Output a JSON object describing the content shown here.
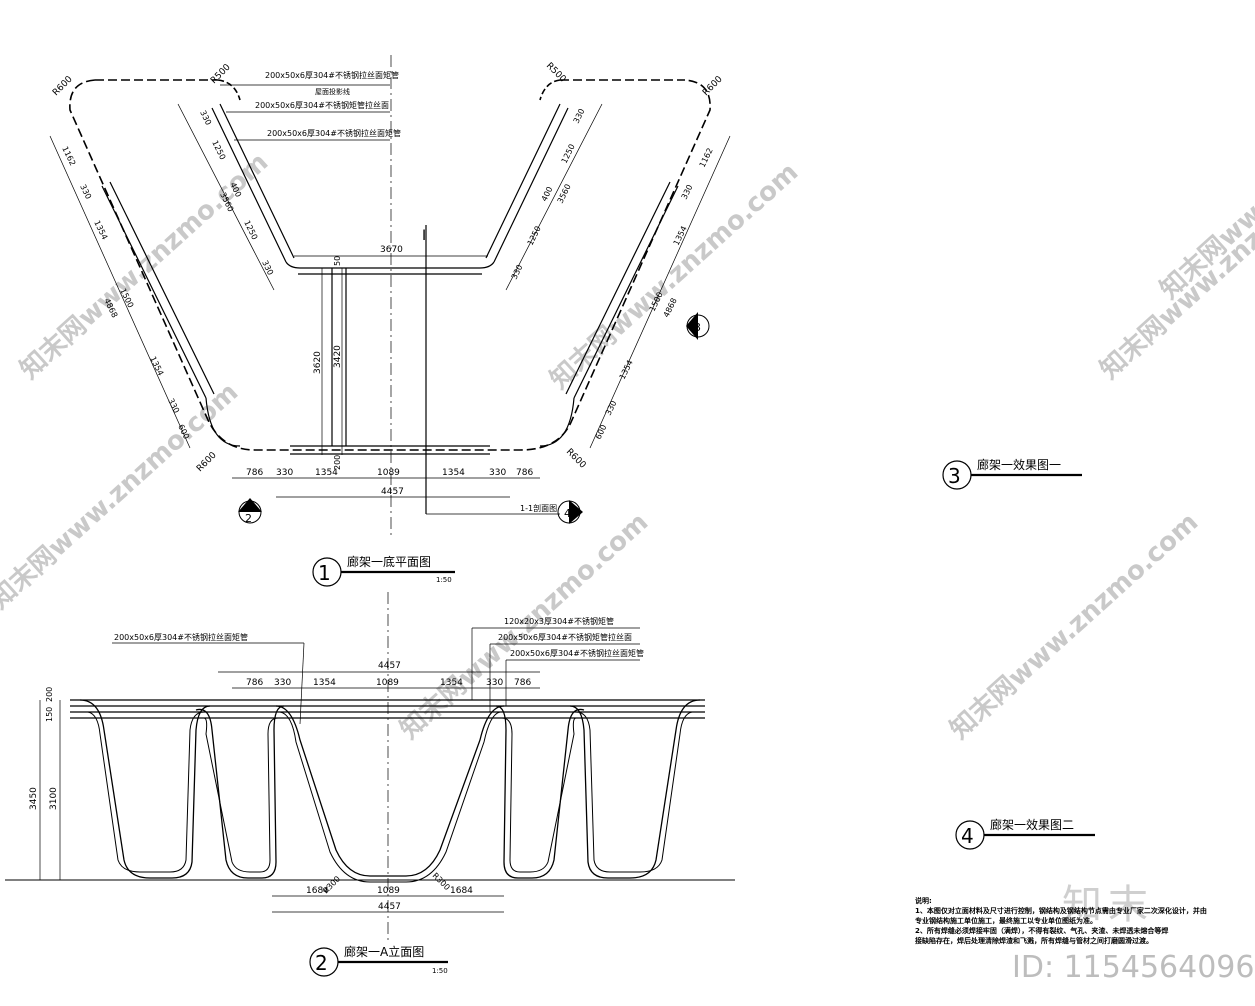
{
  "plan": {
    "title": "廊架一底平面图",
    "scale": "1:50",
    "badge": "1",
    "section_mark": "1-1剖面图",
    "section_letter": "I",
    "callout_2": "2",
    "callout_3": "3",
    "callout_4": "4",
    "labels": {
      "top_1": "200x50x6厚304#不锈钢拉丝面矩管",
      "top_2": "屋面投影线",
      "top_3": "200x50x6厚304#不锈钢矩管拉丝面",
      "top_4": "200x50x6厚304#不锈钢拉丝面矩管"
    },
    "radii": [
      "R600",
      "R500",
      "R500",
      "R600",
      "R600",
      "R600"
    ],
    "dims_bottom": [
      "786",
      "330",
      "1354",
      "1089",
      "1354",
      "330",
      "786"
    ],
    "dim_total": "4457",
    "dim_top": "3670",
    "dims_vertical": [
      "3620",
      "3420",
      "50",
      "200"
    ],
    "dims_left_outer": [
      "1162",
      "330",
      "1354",
      "1500",
      "4868",
      "1354",
      "330",
      "600"
    ],
    "dims_left_inner": [
      "330",
      "1250",
      "400",
      "3560",
      "1250",
      "330"
    ],
    "dims_right_outer": [
      "1162",
      "330",
      "1354",
      "1500",
      "4868",
      "1354",
      "330",
      "600"
    ],
    "dims_right_inner": [
      "330",
      "1250",
      "400",
      "3560",
      "1250",
      "330"
    ]
  },
  "elevation": {
    "title": "廊架一A立面图",
    "scale": "1:50",
    "badge": "2",
    "labels": {
      "left": "200x50x6厚304#不锈钢拉丝面矩管",
      "r1": "120x20x3厚304#不锈钢矩管",
      "r2": "200x50x6厚304#不锈钢矩管拉丝面",
      "r3": "200x50x6厚304#不锈钢拉丝面矩管"
    },
    "dims_top": [
      "786",
      "330",
      "1354",
      "1089",
      "1354",
      "330",
      "786"
    ],
    "dim_total": "4457",
    "dims_left": [
      "200",
      "150",
      "3450",
      "3100"
    ],
    "dims_bottom": [
      "1684",
      "R300",
      "1089",
      "R300",
      "1684"
    ],
    "dim_bottom_total": "4457"
  },
  "effects": {
    "view1_badge": "3",
    "view1_title": "廊架一效果图一",
    "view2_badge": "4",
    "view2_title": "廊架一效果图二"
  },
  "notes": {
    "heading": "说明:",
    "line1": "1、本图仅对立面材料及尺寸进行控制，钢结构及钢结构节点需由专业厂家二次深化设计，并由",
    "line2": "专业钢结构施工单位施工，最终施工以专业单位图纸为准。",
    "line3": "2、所有焊缝必须焊接牢固（满焊），不得有裂纹、气孔、夹渣、未焊透未熔合等焊",
    "line4": "接缺陷存在，焊后处理清除焊渣和飞溅，所有焊缝与管材之间打磨圆滑过渡。"
  },
  "watermark": {
    "text": "知末网www.znzmo.com",
    "brand": "知末",
    "id": "ID: 1154564096"
  }
}
